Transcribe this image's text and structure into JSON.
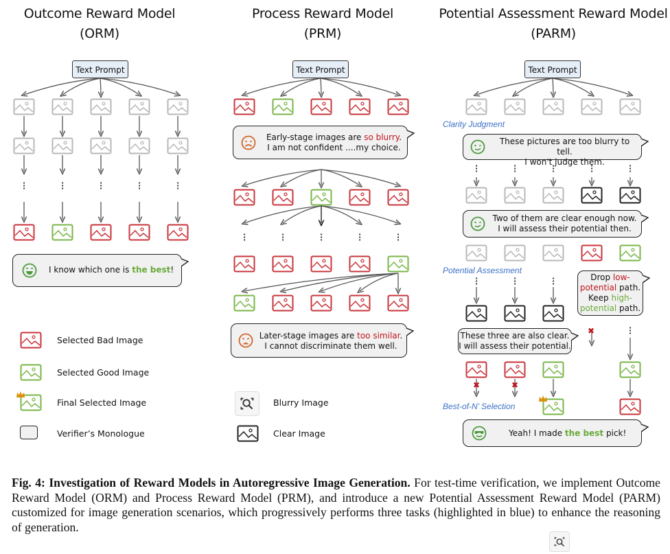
{
  "panels": {
    "orm": {
      "title_line1": "Outcome Reward Model",
      "title_line2": "(ORM)",
      "prompt": "Text Prompt",
      "bubble": {
        "pre": "I know which one is ",
        "highlight": "the best",
        "post": "!",
        "face": "grinning-face-icon"
      }
    },
    "prm": {
      "title_line1": "Process Reward Model",
      "title_line2": "(PRM)",
      "prompt": "Text Prompt",
      "bubble1": {
        "line1_pre": "Early-stage images  are ",
        "line1_highlight": "so blurry",
        "line1_post": ".",
        "line2": "I am not confident ....my choice.",
        "face": "sad-face-icon"
      },
      "bubble2": {
        "line1_pre": "Later-stage images are ",
        "line1_highlight": "too similar",
        "line1_post": ".",
        "line2": "I cannot discriminate them well.",
        "face": "frustrated-face-icon"
      }
    },
    "parm": {
      "title_line1": "Potential Assessment Reward Model",
      "title_line2": "(PARM)",
      "prompt": "Text Prompt",
      "task1": "Clarity Judgment",
      "task2": "Potential Assessment",
      "task3": "Best-of-N’ Selection",
      "bubble1": {
        "line1": "These pictures are too blurry to tell.",
        "line2": "I won't judge them.",
        "face": "winking-face-icon"
      },
      "bubble2": {
        "line1": "Two of them are clear enough now.",
        "line2": "I will assess their potential then.",
        "face": "winking-face-icon"
      },
      "bubble3": {
        "w1": "Drop ",
        "w2": "low-",
        "w3": "potential",
        "w4": " path.",
        "w5": "Keep  ",
        "w6": "high-",
        "w7": "potential",
        "w8": " path."
      },
      "bubble4": {
        "line1": "These three are also clear.",
        "line2": "I will assess their potential."
      },
      "bubble5": {
        "pre": "Yeah! I made ",
        "highlight": "the best",
        "post": " pick!",
        "face": "sunglasses-face-icon"
      }
    }
  },
  "legend": {
    "bad": "Selected Bad Image",
    "good": "Selected Good Image",
    "final": "Final Selected Image",
    "monologue": "Verifier’s Monologue",
    "blurry": "Blurry Image",
    "clear": "Clear Image"
  },
  "caption": {
    "label": "Fig. 4:",
    "bold": "Investigation of Reward Models in Autoregressive Image Generation.",
    "body": "For test-time verification, we implement Outcome Reward Model (ORM) and Process Reward Model (PRM), and introduce a new Potential Assessment Reward Model (PARM) customized for image generation scenarios, which progressively performs three tasks (highlighted in blue) to enhance the reasoning of generation."
  },
  "colors": {
    "bad": "#c9353b",
    "good": "#7ab648",
    "blurry": "#b8b8b8",
    "clear": "#222222",
    "task": "#3d6fc6",
    "crown": "#d9930f"
  }
}
